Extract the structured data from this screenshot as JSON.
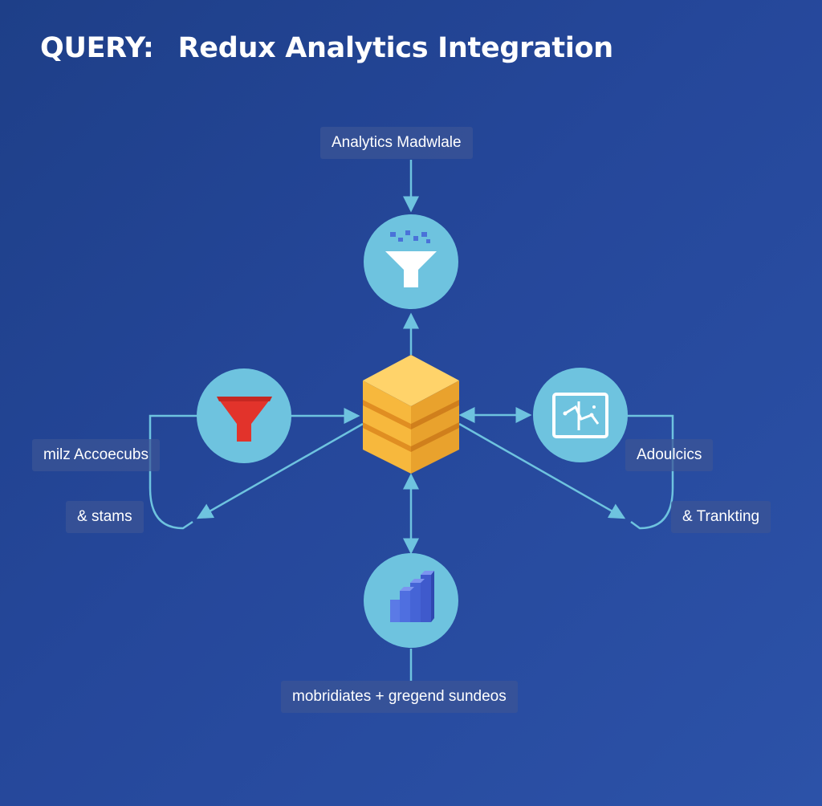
{
  "title": {
    "prefix": "QUERY:",
    "text": "Redux Analytics Integration"
  },
  "nodes": {
    "top": {
      "label": "Analytics Madwlale",
      "icon": "funnel-icon"
    },
    "left": {
      "label": "milz Accoecubs",
      "sublabel": "& stams",
      "icon": "filter-funnel-icon"
    },
    "right": {
      "label": "Adoulcics",
      "sublabel": "& Trankting",
      "icon": "chart-monitor-icon"
    },
    "bottom": {
      "label": "mobridiates + gregend sundeos",
      "icon": "bar-chart-icon"
    },
    "center": {
      "icon": "redux-store-cube-icon"
    }
  },
  "colors": {
    "background": "#25479a",
    "node_fill": "#6ec3df",
    "connector": "#6ec3df",
    "cube_face": "#f7b83d",
    "cube_stripe": "#e59524",
    "funnel_red": "#e2332b",
    "bar_blue": "#4f6fe0"
  }
}
